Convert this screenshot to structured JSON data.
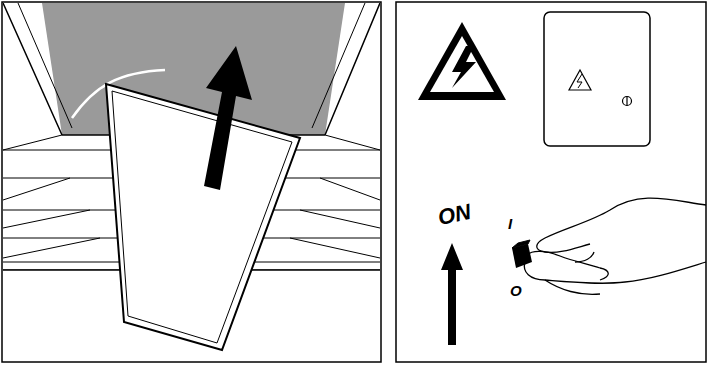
{
  "diagram": {
    "labels": [
      "ON",
      "I",
      "O"
    ]
  }
}
